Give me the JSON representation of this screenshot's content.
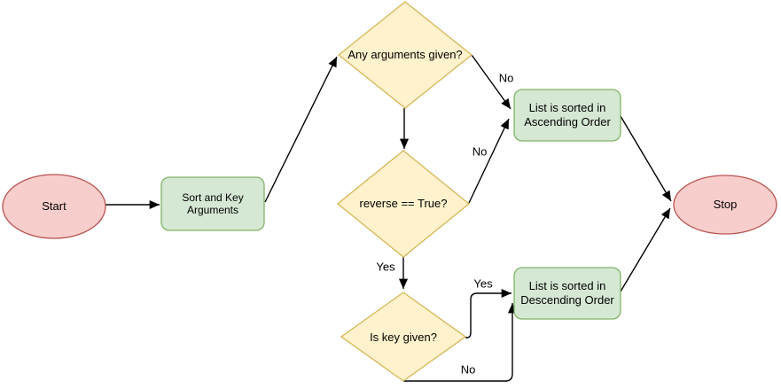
{
  "diagram": {
    "nodes": {
      "start": {
        "label": "Start",
        "shape": "terminator"
      },
      "sort_key_args": {
        "label": "Sort and Key\nArguments",
        "shape": "process"
      },
      "any_args": {
        "label": "Any arguments given?",
        "shape": "decision"
      },
      "reverse_true": {
        "label": "reverse == True?",
        "shape": "decision"
      },
      "is_key_given": {
        "label": "Is key given?",
        "shape": "decision"
      },
      "ascending": {
        "label": "List is sorted in\nAscending Order",
        "shape": "process"
      },
      "descending": {
        "label": "List is sorted in\nDescending Order",
        "shape": "process"
      },
      "stop": {
        "label": "Stop",
        "shape": "terminator"
      }
    },
    "edge_labels": {
      "no_args": "No",
      "no_reverse": "No",
      "yes_reverse": "Yes",
      "yes_key": "Yes",
      "no_key": "No"
    },
    "colors": {
      "terminator_fill": "#F8CECC",
      "terminator_stroke": "#B85450",
      "process_fill": "#D5E8D4",
      "process_stroke": "#82B366",
      "decision_fill": "#FFF2CC",
      "decision_stroke": "#D6B656",
      "edge": "#000000",
      "text": "#000000",
      "background": "#FFFFFF"
    }
  }
}
